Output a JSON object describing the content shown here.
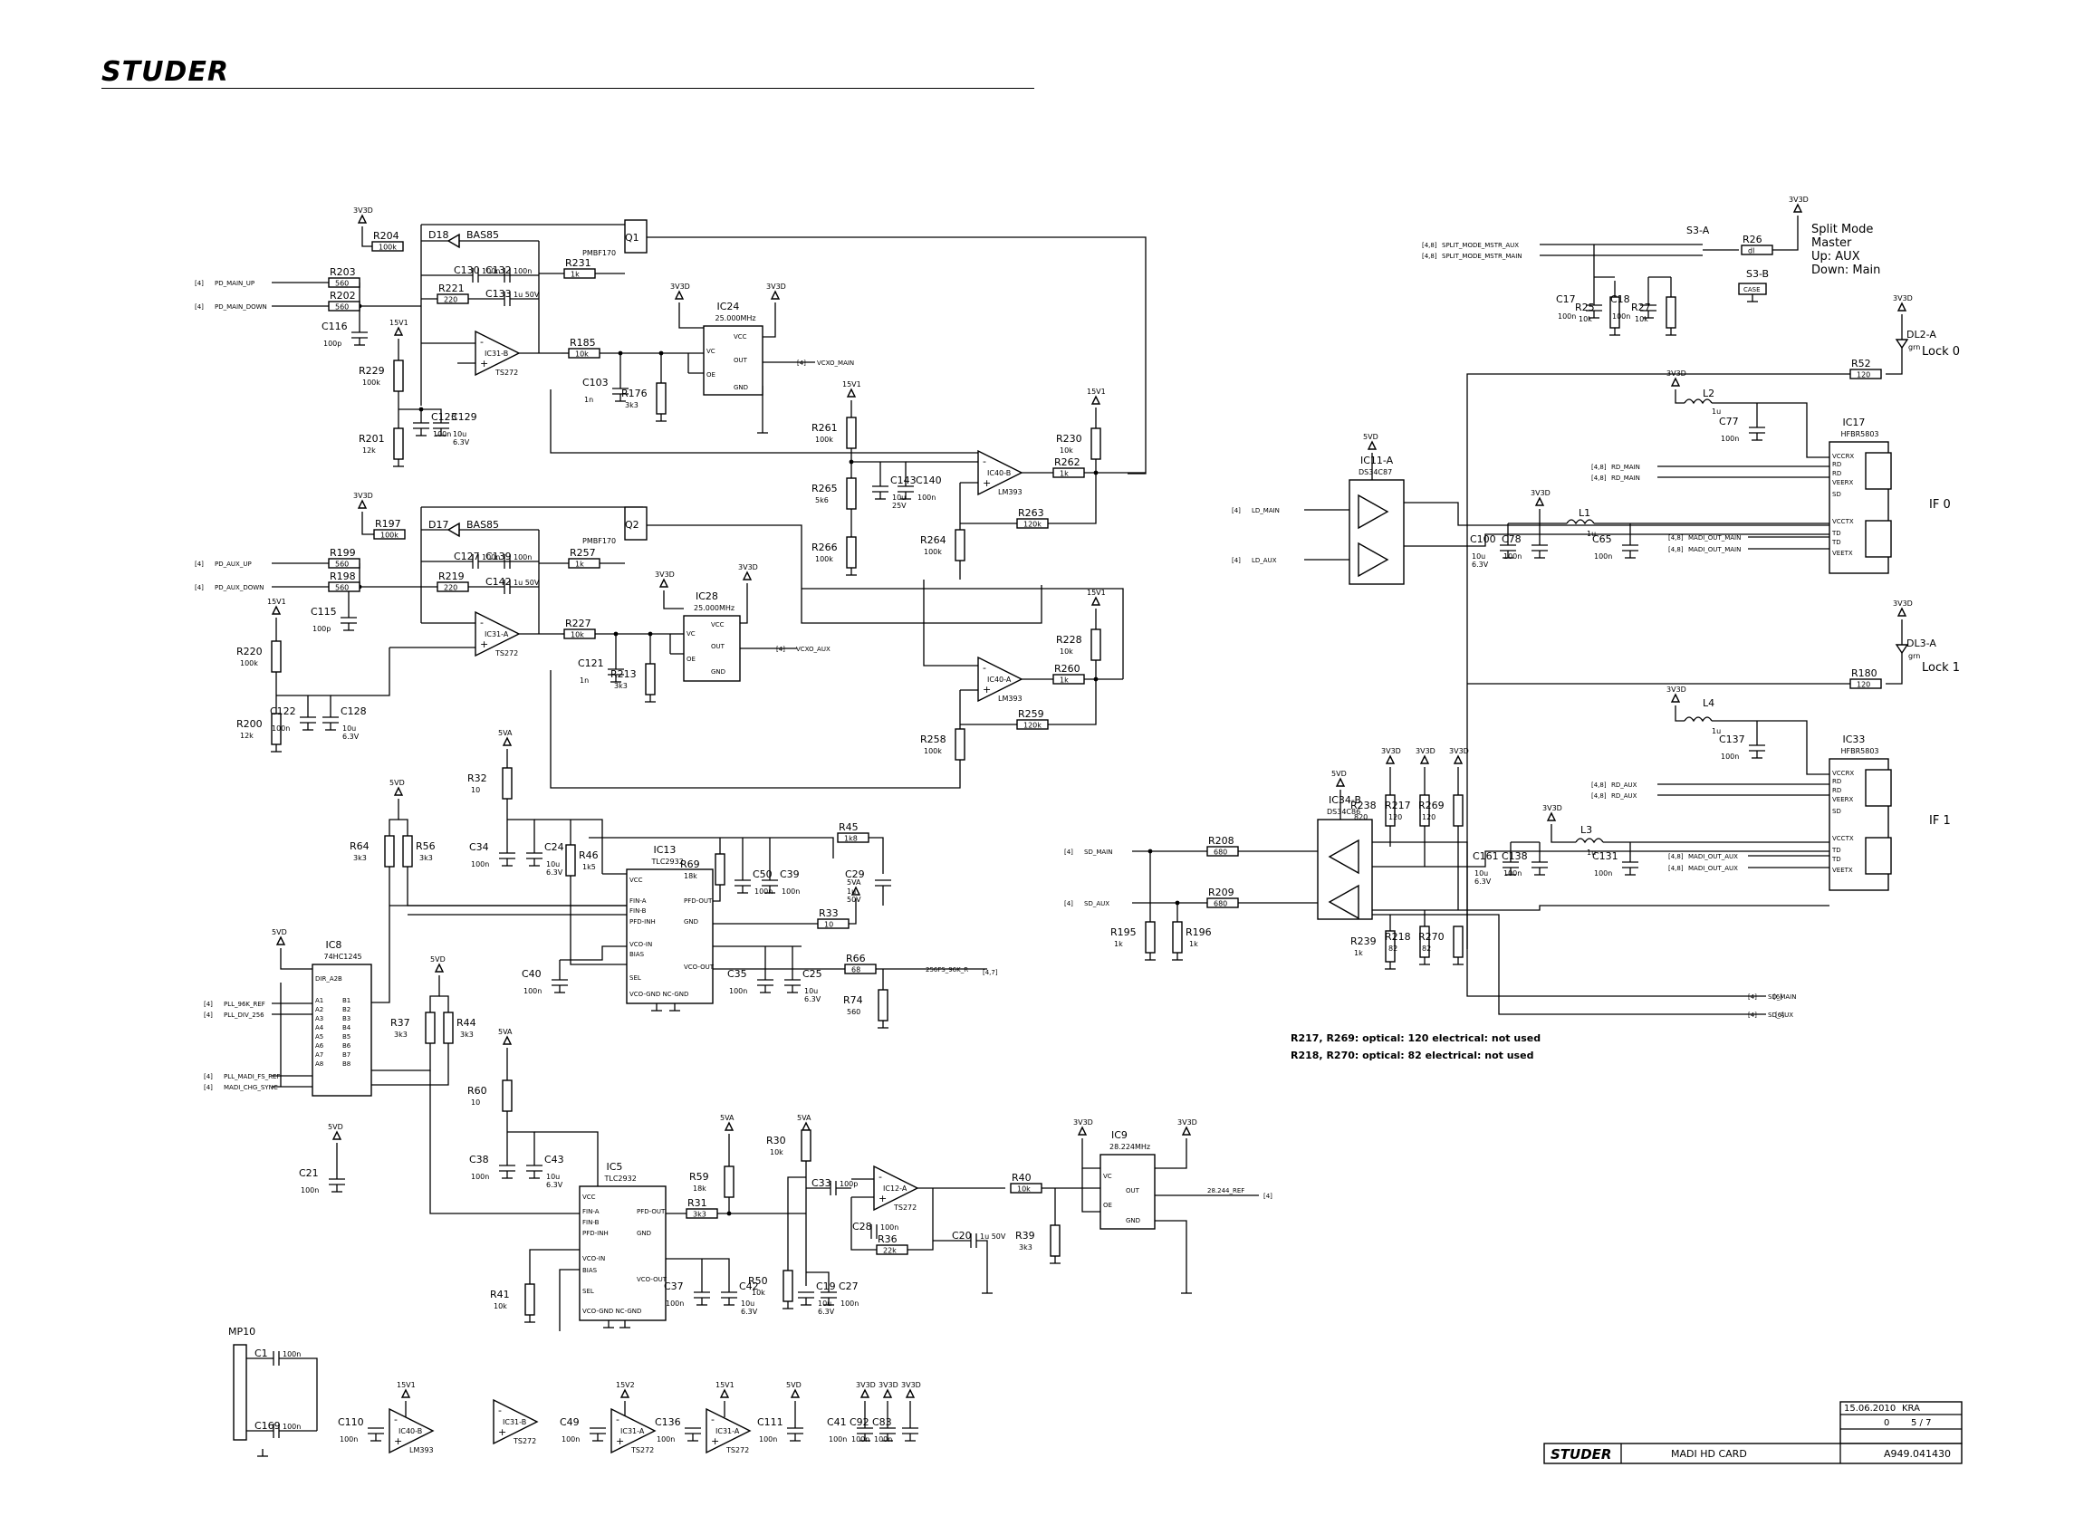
{
  "header": {
    "logo": "STUDER"
  },
  "title_block": {
    "date": "15.06.2010",
    "author": "KRA",
    "sheet_index": "0",
    "sheet": "5 / 7",
    "logo": "STUDER",
    "title": "MADI HD CARD",
    "doc_number": "A949.041430"
  },
  "notes": {
    "split_mode": [
      "Split Mode",
      "Master",
      "Up: AUX",
      "Down: Main"
    ],
    "optical_1": "R217, R269: optical: 120  electrical: not used",
    "optical_2": "R218, R270: optical: 82  electrical: not used",
    "lock0": "Lock 0",
    "lock1": "Lock 1",
    "if0": "IF 0",
    "if1": "IF 1"
  },
  "nets": [
    "PD_MAIN_UP",
    "PD_MAIN_DOWN",
    "PD_AUX_UP",
    "PD_AUX_DOWN",
    "VCXO_MAIN",
    "VCXO_AUX",
    "SPLIT_MODE_MSTR_AUX",
    "SPLIT_MODE_MSTR_MAIN",
    "LD_MAIN",
    "LD_AUX",
    "RD_MAIN",
    "RD_AUX",
    "MADI_OUT_MAIN",
    "MADI_OUT_AUX",
    "SD_MAIN",
    "SD_AUX",
    "PLL_96K_REF",
    "PLL_DIV_256",
    "PLL_MADI_FS_REF",
    "MADI_CHG_SYNC",
    "256FS_96K_R",
    "28.244_REF"
  ],
  "components": {
    "IC31B": [
      "IC31-B",
      "TS272"
    ],
    "IC31A": [
      "IC31-A",
      "TS272"
    ],
    "IC24": [
      "IC24",
      "25.000MHz"
    ],
    "IC28": [
      "IC28",
      "25.000MHz"
    ],
    "IC40B": [
      "IC40-B",
      "LM393"
    ],
    "IC40A": [
      "IC40-A",
      "LM393"
    ],
    "IC11A": [
      "IC11-A",
      "DS34C87"
    ],
    "IC34B": [
      "IC34-B",
      "DS34C86"
    ],
    "IC17": [
      "IC17",
      "HFBR5803"
    ],
    "IC33": [
      "IC33",
      "HFBR5803"
    ],
    "IC13": [
      "IC13",
      "TLC2932"
    ],
    "IC5": [
      "IC5",
      "TLC2932"
    ],
    "IC8": [
      "IC8",
      "74HC1245"
    ],
    "IC12A": [
      "IC12-A",
      "TS272"
    ],
    "IC9": [
      "IC9",
      "28.224MHz"
    ],
    "Q1": [
      "Q1",
      "PMBF170"
    ],
    "Q2": [
      "Q2",
      "PMBF170"
    ],
    "D18": [
      "D18",
      "BAS85"
    ],
    "D17": [
      "D17",
      "BAS85"
    ],
    "S3A": "S3-A",
    "S3B": "S3-B",
    "CASE": "CASE",
    "MP10": "MP10",
    "DL2": [
      "DL2-A",
      "grn"
    ],
    "DL3": [
      "DL3-A",
      "grn"
    ]
  },
  "parts": [
    [
      "R204",
      "100k"
    ],
    [
      "R203",
      "560"
    ],
    [
      "R202",
      "560"
    ],
    [
      "C116",
      "100p"
    ],
    [
      "R229",
      "100k"
    ],
    [
      "R201",
      "12k"
    ],
    [
      "C123",
      "100n"
    ],
    [
      "C129",
      "10u 6.3V"
    ],
    [
      "C130",
      "100n"
    ],
    [
      "R221",
      "220"
    ],
    [
      "C132",
      "100n"
    ],
    [
      "C133",
      "1u 50V"
    ],
    [
      "R231",
      "1k"
    ],
    [
      "R185",
      "10k"
    ],
    [
      "C103",
      "1n"
    ],
    [
      "R176",
      "3k3"
    ],
    [
      "R197",
      "100k"
    ],
    [
      "R199",
      "560"
    ],
    [
      "R198",
      "560"
    ],
    [
      "C115",
      "100p"
    ],
    [
      "R220",
      "100k"
    ],
    [
      "R200",
      "12k"
    ],
    [
      "C122",
      "100n"
    ],
    [
      "C128",
      "10u 6.3V"
    ],
    [
      "C127",
      "100n"
    ],
    [
      "R219",
      "220"
    ],
    [
      "C139",
      "100n"
    ],
    [
      "C142",
      "1u 50V"
    ],
    [
      "R257",
      "1k"
    ],
    [
      "R227",
      "10k"
    ],
    [
      "C121",
      "1n"
    ],
    [
      "R213",
      "3k3"
    ],
    [
      "R261",
      "100k"
    ],
    [
      "R265",
      "5k6"
    ],
    [
      "R266",
      "100k"
    ],
    [
      "C143",
      "10u 25V"
    ],
    [
      "C140",
      "100n"
    ],
    [
      "R262",
      "1k"
    ],
    [
      "R263",
      "120k"
    ],
    [
      "R264",
      "100k"
    ],
    [
      "R230",
      "10k"
    ],
    [
      "R228",
      "10k"
    ],
    [
      "R260",
      "1k"
    ],
    [
      "R259",
      "120k"
    ],
    [
      "R258",
      "100k"
    ],
    [
      "R26",
      "dl"
    ],
    [
      "C17",
      "100n"
    ],
    [
      "R25",
      "10k"
    ],
    [
      "C18",
      "100n"
    ],
    [
      "R27",
      "10k"
    ],
    [
      "R52",
      "120"
    ],
    [
      "L2",
      "1u"
    ],
    [
      "C77",
      "100n"
    ],
    [
      "C100",
      "10u 6.3V"
    ],
    [
      "C78",
      "100n"
    ],
    [
      "L1",
      "1u"
    ],
    [
      "C65",
      "100n"
    ],
    [
      "R180",
      "120"
    ],
    [
      "L4",
      "1u"
    ],
    [
      "C137",
      "100n"
    ],
    [
      "R32",
      "10"
    ],
    [
      "C34",
      "100n"
    ],
    [
      "C24",
      "10u 6.3V"
    ],
    [
      "R46",
      "1k5"
    ],
    [
      "R69",
      "18k"
    ],
    [
      "C50",
      "100n"
    ],
    [
      "C39",
      "100n"
    ],
    [
      "R45",
      "1k8"
    ],
    [
      "C29",
      "1u 50V"
    ],
    [
      "R33",
      "10"
    ],
    [
      "C35",
      "100n"
    ],
    [
      "C25",
      "10u 6.3V"
    ],
    [
      "R66",
      "68"
    ],
    [
      "R74",
      "560"
    ],
    [
      "C40",
      "100n"
    ],
    [
      "R64",
      "3k3"
    ],
    [
      "R56",
      "3k3"
    ],
    [
      "R37",
      "3k3"
    ],
    [
      "R44",
      "3k3"
    ],
    [
      "R60",
      "10"
    ],
    [
      "C38",
      "100n"
    ],
    [
      "C43",
      "10u 6.3V"
    ],
    [
      "R59",
      "18k"
    ],
    [
      "R31",
      "3k3"
    ],
    [
      "R41",
      "10k"
    ],
    [
      "C37",
      "100n"
    ],
    [
      "C42",
      "10u 6.3V"
    ],
    [
      "R30",
      "10k"
    ],
    [
      "C33",
      "100p"
    ],
    [
      "R50",
      "10k"
    ],
    [
      "C19",
      "10u 6.3V"
    ],
    [
      "C27",
      "100n"
    ],
    [
      "C28",
      "100n"
    ],
    [
      "R36",
      "22k"
    ],
    [
      "C20",
      "1u 50V"
    ],
    [
      "R40",
      "10k"
    ],
    [
      "R39",
      "3k3"
    ],
    [
      "C21",
      "100n"
    ],
    [
      "R208",
      "680"
    ],
    [
      "R209",
      "680"
    ],
    [
      "R195",
      "1k"
    ],
    [
      "R196",
      "1k"
    ],
    [
      "R238",
      "820"
    ],
    [
      "R217",
      "120"
    ],
    [
      "R269",
      "120"
    ],
    [
      "R239",
      "1k"
    ],
    [
      "R218",
      "82"
    ],
    [
      "R270",
      "82"
    ],
    [
      "C161",
      "10u 6.3V"
    ],
    [
      "C138",
      "100n"
    ],
    [
      "L3",
      "1u"
    ],
    [
      "C131",
      "100n"
    ],
    [
      "C1",
      "100n"
    ],
    [
      "C169",
      "100n"
    ],
    [
      "C110",
      "100n"
    ],
    [
      "C49",
      "100n"
    ],
    [
      "C136",
      "100n"
    ],
    [
      "C111",
      "100n"
    ],
    [
      "C41",
      "100n"
    ],
    [
      "C92",
      "100n"
    ],
    [
      "C83",
      "100n"
    ]
  ],
  "rails": [
    "3V3D",
    "5VD",
    "5VA",
    "15V1",
    "15V2",
    "3V3D",
    "3V3D"
  ]
}
